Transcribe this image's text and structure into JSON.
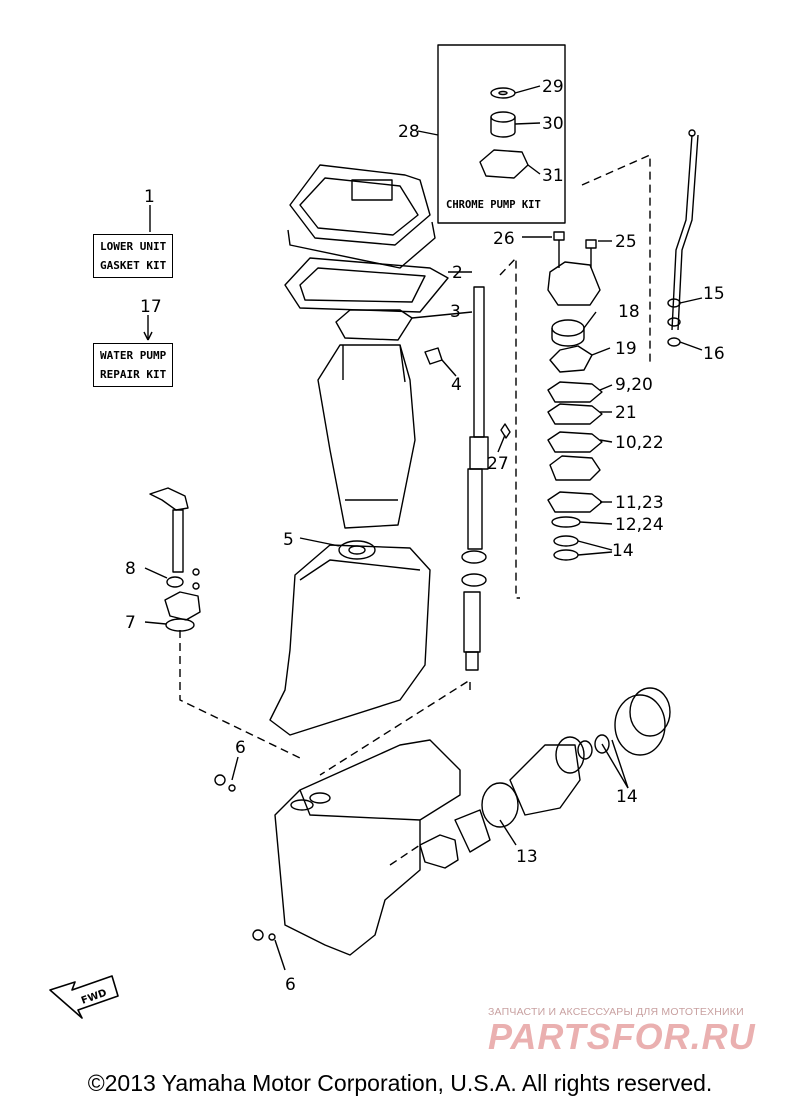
{
  "callouts": {
    "c1": "1",
    "c2": "2",
    "c3": "3",
    "c4": "4",
    "c5": "5",
    "c6a": "6",
    "c6b": "6",
    "c7": "7",
    "c8": "8",
    "c13": "13",
    "c14a": "14",
    "c14b": "14",
    "c15": "15",
    "c16": "16",
    "c17": "17",
    "c18": "18",
    "c19": "19",
    "c9_20": "9,20",
    "c21": "21",
    "c10_22": "10,22",
    "c11_23": "11,23",
    "c12_24": "12,24",
    "c25": "25",
    "c26": "26",
    "c27": "27",
    "c28": "28",
    "c29": "29",
    "c30": "30",
    "c31": "31"
  },
  "kits": {
    "gasket_line1": "LOWER UNIT",
    "gasket_line2": "GASKET KIT",
    "pump_line1": "WATER PUMP",
    "pump_line2": "REPAIR KIT",
    "chrome": "CHROME PUMP KIT"
  },
  "fwd_label": "FWD",
  "watermark": {
    "tagline": "ЗАПЧАСТИ И АКСЕССУАРЫ ДЛЯ МОТОТЕХНИКИ",
    "logo": "PARTSFOR.RU"
  },
  "copyright": "©2013 Yamaha Motor Corporation, U.S.A. All rights reserved."
}
